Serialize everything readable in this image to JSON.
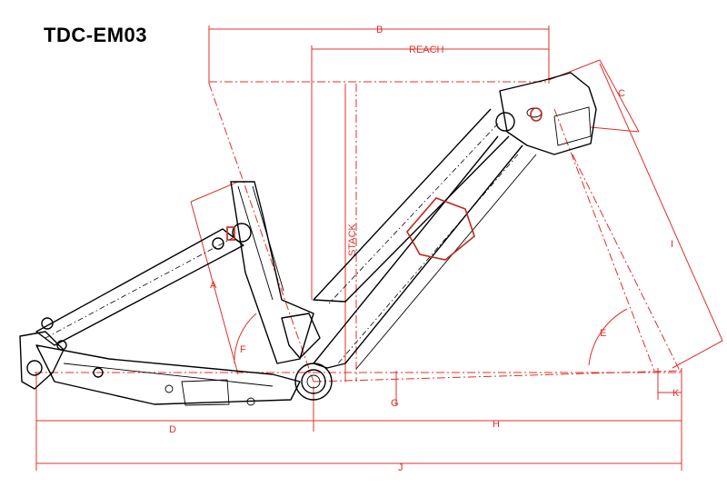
{
  "title": "TDC-EM03",
  "dimension_labels": {
    "b": "B",
    "reach": "REACH",
    "stack": "STACK",
    "c": "C",
    "i": "I",
    "e": "E",
    "k": "K",
    "a": "A",
    "f": "F",
    "g": "G",
    "d": "D",
    "h": "H",
    "j": "J"
  },
  "colors": {
    "dimension": "#e0302a",
    "frame": "#000000",
    "highlight": "#c0281f"
  }
}
